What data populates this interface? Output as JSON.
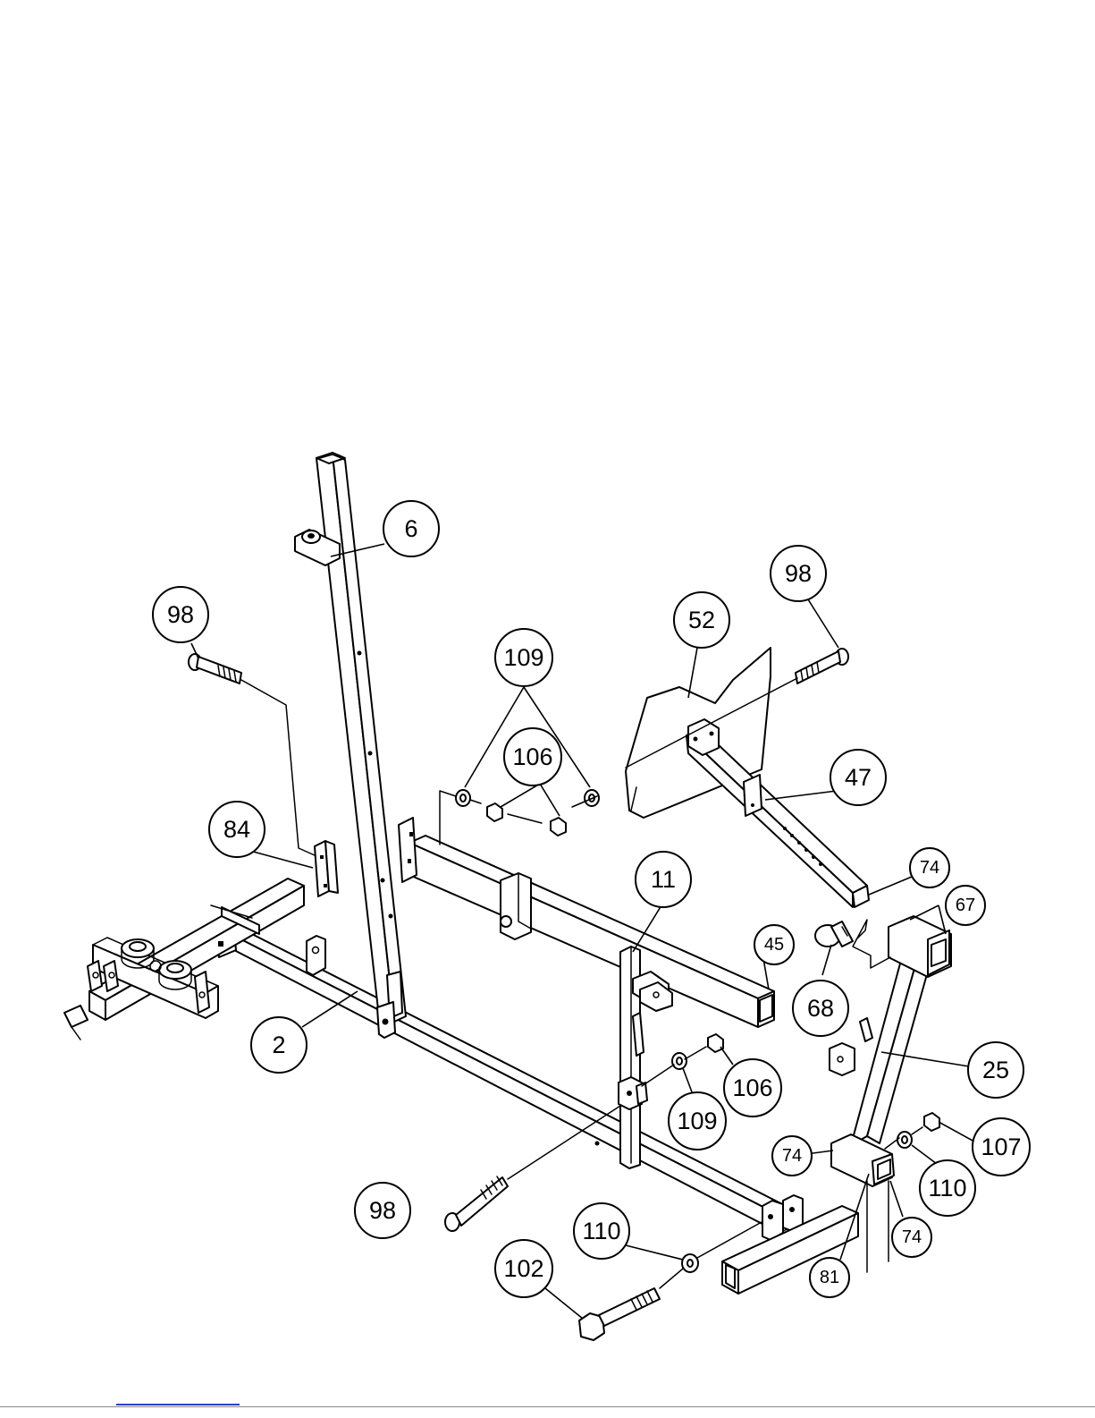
{
  "diagram": {
    "callouts": [
      {
        "id": "c-6",
        "label": "6"
      },
      {
        "id": "c-98a",
        "label": "98"
      },
      {
        "id": "c-98b",
        "label": "98"
      },
      {
        "id": "c-98c",
        "label": "98"
      },
      {
        "id": "c-52",
        "label": "52"
      },
      {
        "id": "c-109a",
        "label": "109"
      },
      {
        "id": "c-106a",
        "label": "106"
      },
      {
        "id": "c-47",
        "label": "47"
      },
      {
        "id": "c-84",
        "label": "84"
      },
      {
        "id": "c-11",
        "label": "11"
      },
      {
        "id": "c-74a",
        "label": "74"
      },
      {
        "id": "c-67",
        "label": "67"
      },
      {
        "id": "c-45",
        "label": "45"
      },
      {
        "id": "c-68",
        "label": "68"
      },
      {
        "id": "c-2",
        "label": "2"
      },
      {
        "id": "c-25",
        "label": "25"
      },
      {
        "id": "c-106b",
        "label": "106"
      },
      {
        "id": "c-109b",
        "label": "109"
      },
      {
        "id": "c-107",
        "label": "107"
      },
      {
        "id": "c-74b",
        "label": "74"
      },
      {
        "id": "c-110a",
        "label": "110"
      },
      {
        "id": "c-74c",
        "label": "74"
      },
      {
        "id": "c-110b",
        "label": "110"
      },
      {
        "id": "c-102",
        "label": "102"
      },
      {
        "id": "c-81",
        "label": "81"
      }
    ]
  }
}
